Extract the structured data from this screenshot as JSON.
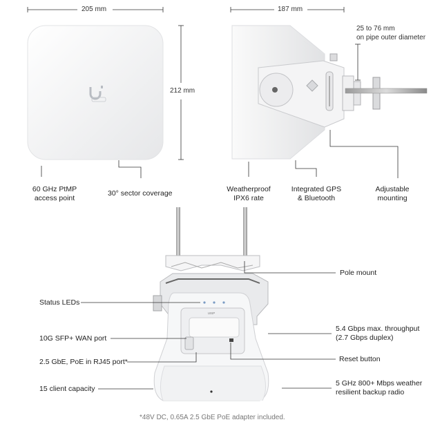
{
  "dimensions": {
    "width_front": "205 mm",
    "height_front": "212 mm",
    "depth_side": "187 mm",
    "pipe_range": "25 to 76 mm",
    "pipe_range_sub": "on pipe outer diameter"
  },
  "top_labels": {
    "ptmp": [
      "60 GHz PtMP",
      "access point"
    ],
    "sector": "30° sector coverage",
    "weather": [
      "Weatherproof",
      "IPX6 rate"
    ],
    "gps": [
      "Integrated GPS",
      "& Bluetooth"
    ],
    "mount": [
      "Adjustable",
      "mounting"
    ]
  },
  "left_labels": {
    "status_leds": "Status LEDs",
    "sfp": "10G SFP+ WAN port",
    "poe": "2.5 GbE, PoE in RJ45 port*",
    "clients": "15 client capacity"
  },
  "right_labels": {
    "pole_mount": "Pole mount",
    "throughput": [
      "5.4 Gbps max. throughput",
      "(2.7 Gbps duplex)"
    ],
    "reset": "Reset button",
    "backup": [
      "5 GHz 800+ Mbps weather",
      "resilient backup radio"
    ]
  },
  "device_logo": "UISP",
  "footnote": "*48V DC, 0.65A 2.5 GbE PoE adapter included."
}
